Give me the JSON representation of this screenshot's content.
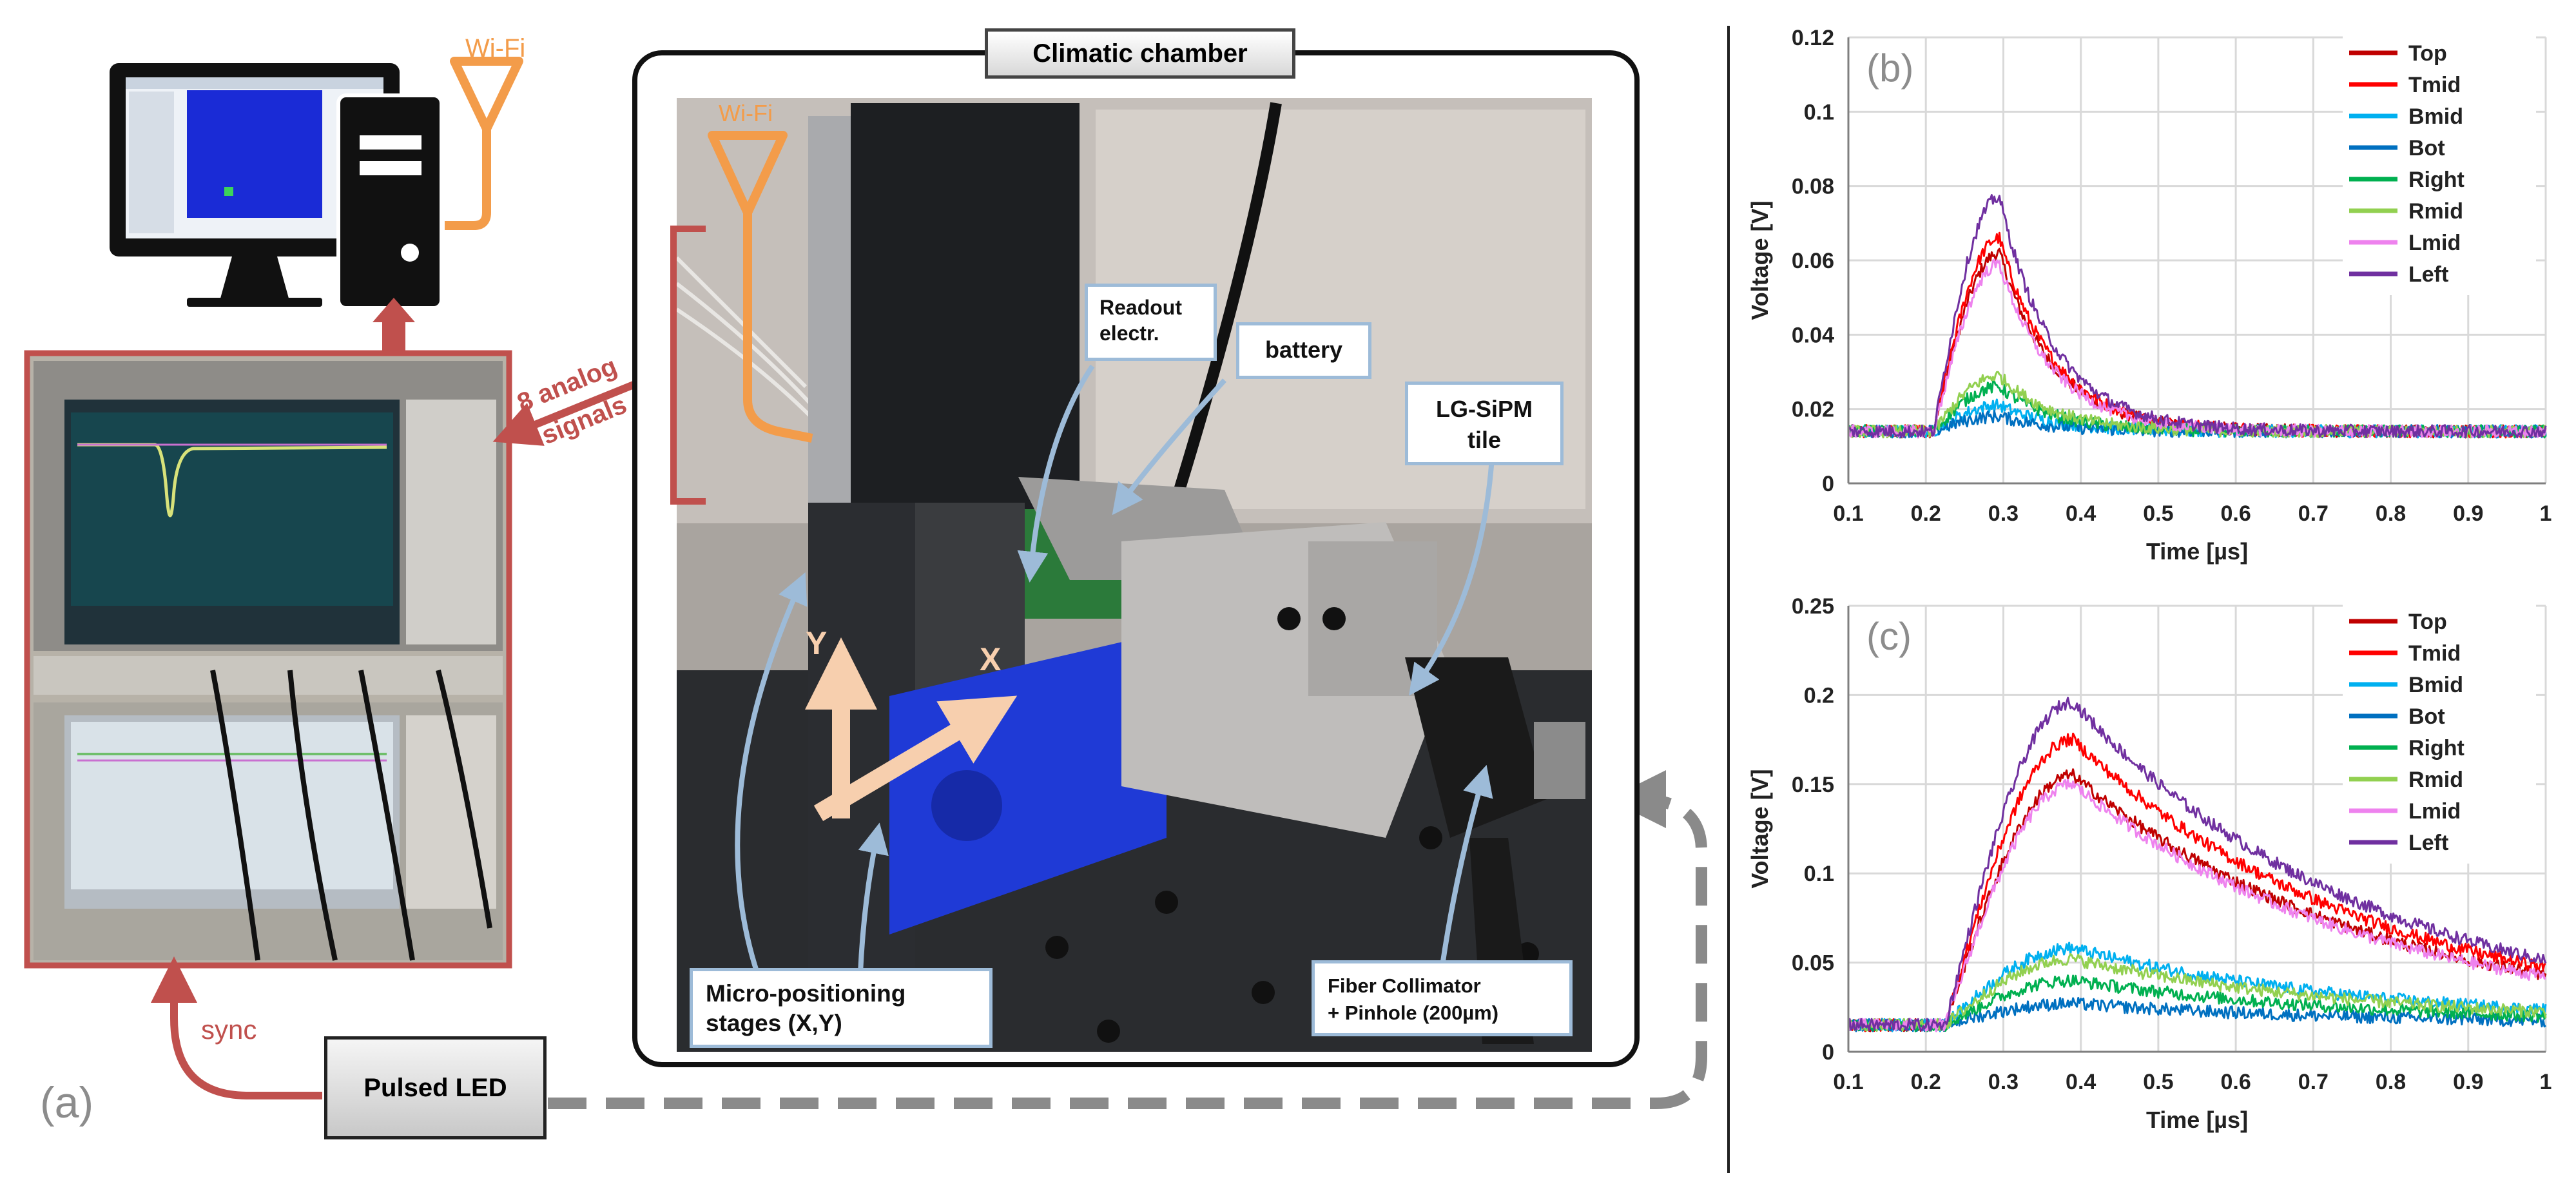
{
  "setup": {
    "panel_label": "(a)",
    "chamber_title": "Climatic chamber",
    "wifi_pc": "Wi-Fi",
    "wifi_chamber": "Wi-Fi",
    "analog_line1": "8 analog",
    "analog_line2": "signals",
    "sync": "sync",
    "pulsed_led": "Pulsed LED",
    "readout_line1": "Readout",
    "readout_line2": "electr.",
    "battery": "battery",
    "tile_line1": "LG-SiPM",
    "tile_line2": "tile",
    "stages_line1": "Micro-positioning",
    "stages_line2": "stages (X,Y)",
    "fiber_line1": "Fiber Collimator",
    "fiber_line2": "+ Pinhole  (200µm)",
    "axis_x": "X",
    "axis_y": "Y"
  },
  "colors": {
    "sync_red": "#c0504d",
    "wifi_orange": "#f39c4a",
    "callout_border": "#9dbbd8",
    "grey_dashed": "#8a8a8a"
  },
  "chart_data": [
    {
      "type": "line",
      "panel_label": "(b)",
      "xlabel": "Time [µs]",
      "ylabel": "Voltage [V]",
      "xlim": [
        0.1,
        1.0
      ],
      "ylim": [
        0,
        0.12
      ],
      "xticks": [
        "0.1",
        "0.2",
        "0.3",
        "0.4",
        "0.5",
        "0.6",
        "0.7",
        "0.8",
        "0.9",
        "1"
      ],
      "yticks": [
        "0",
        "0.02",
        "0.04",
        "0.06",
        "0.08",
        "0.1",
        "0.12"
      ],
      "grid": true,
      "legend_position": "top-right",
      "baseline": 0.014,
      "onset": 0.21,
      "peak_time": 0.295,
      "decay_tau": 0.07,
      "series": [
        {
          "name": "Top",
          "color": "#c00000",
          "peak": 0.062
        },
        {
          "name": "Tmid",
          "color": "#ff0000",
          "peak": 0.066
        },
        {
          "name": "Bmid",
          "color": "#00b0f0",
          "peak": 0.021
        },
        {
          "name": "Bot",
          "color": "#0070c0",
          "peak": 0.018
        },
        {
          "name": "Right",
          "color": "#00b050",
          "peak": 0.026
        },
        {
          "name": "Rmid",
          "color": "#92d050",
          "peak": 0.029
        },
        {
          "name": "Lmid",
          "color": "#ee82ee",
          "peak": 0.059
        },
        {
          "name": "Left",
          "color": "#7030a0",
          "peak": 0.077
        }
      ]
    },
    {
      "type": "line",
      "panel_label": "(c)",
      "xlabel": "Time [µs]",
      "ylabel": "Voltage [V]",
      "xlim": [
        0.1,
        1.0
      ],
      "ylim": [
        0,
        0.25
      ],
      "xticks": [
        "0.1",
        "0.2",
        "0.3",
        "0.4",
        "0.5",
        "0.6",
        "0.7",
        "0.8",
        "0.9",
        "1"
      ],
      "yticks": [
        "0",
        "0.05",
        "0.1",
        "0.15",
        "0.2",
        "0.25"
      ],
      "grid": true,
      "legend_position": "top-right",
      "baseline": 0.015,
      "onset": 0.225,
      "peak_time": 0.39,
      "decay_tau": 0.38,
      "series": [
        {
          "name": "Top",
          "color": "#c00000",
          "peak": 0.155
        },
        {
          "name": "Tmid",
          "color": "#ff0000",
          "peak": 0.175
        },
        {
          "name": "Bmid",
          "color": "#00b0f0",
          "peak": 0.058
        },
        {
          "name": "Bot",
          "color": "#0070c0",
          "peak": 0.027
        },
        {
          "name": "Right",
          "color": "#00b050",
          "peak": 0.04
        },
        {
          "name": "Rmid",
          "color": "#92d050",
          "peak": 0.052
        },
        {
          "name": "Lmid",
          "color": "#ee82ee",
          "peak": 0.15
        },
        {
          "name": "Left",
          "color": "#7030a0",
          "peak": 0.196
        }
      ]
    }
  ]
}
